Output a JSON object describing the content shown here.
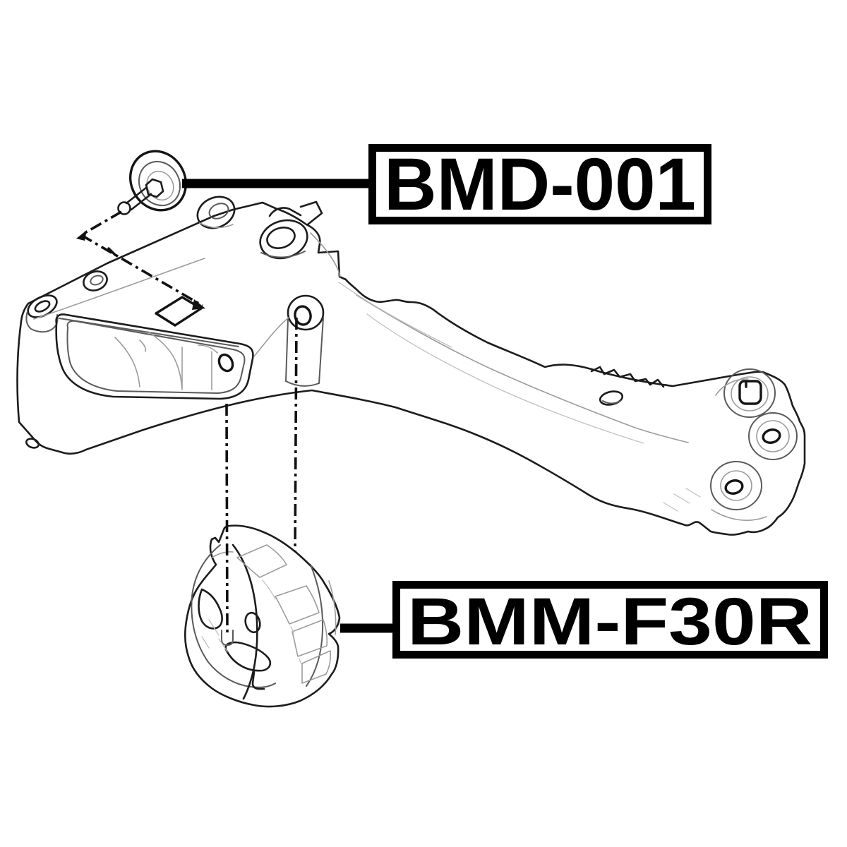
{
  "diagram": {
    "title": "exploded parts diagram",
    "background_color": "#ffffff",
    "line_color": "#1c1c1c",
    "label_color": "#000000",
    "components": [
      {
        "id": "mount-bolt",
        "name": "mounting bolt with conical washer"
      },
      {
        "id": "crossmember",
        "name": "transmission crossmember bracket"
      },
      {
        "id": "transmission-mount",
        "name": "round transmission mount"
      }
    ],
    "labels": {
      "bolt": {
        "part_number": "BMD-001"
      },
      "mount": {
        "part_number": "BMM-F30R"
      }
    }
  }
}
